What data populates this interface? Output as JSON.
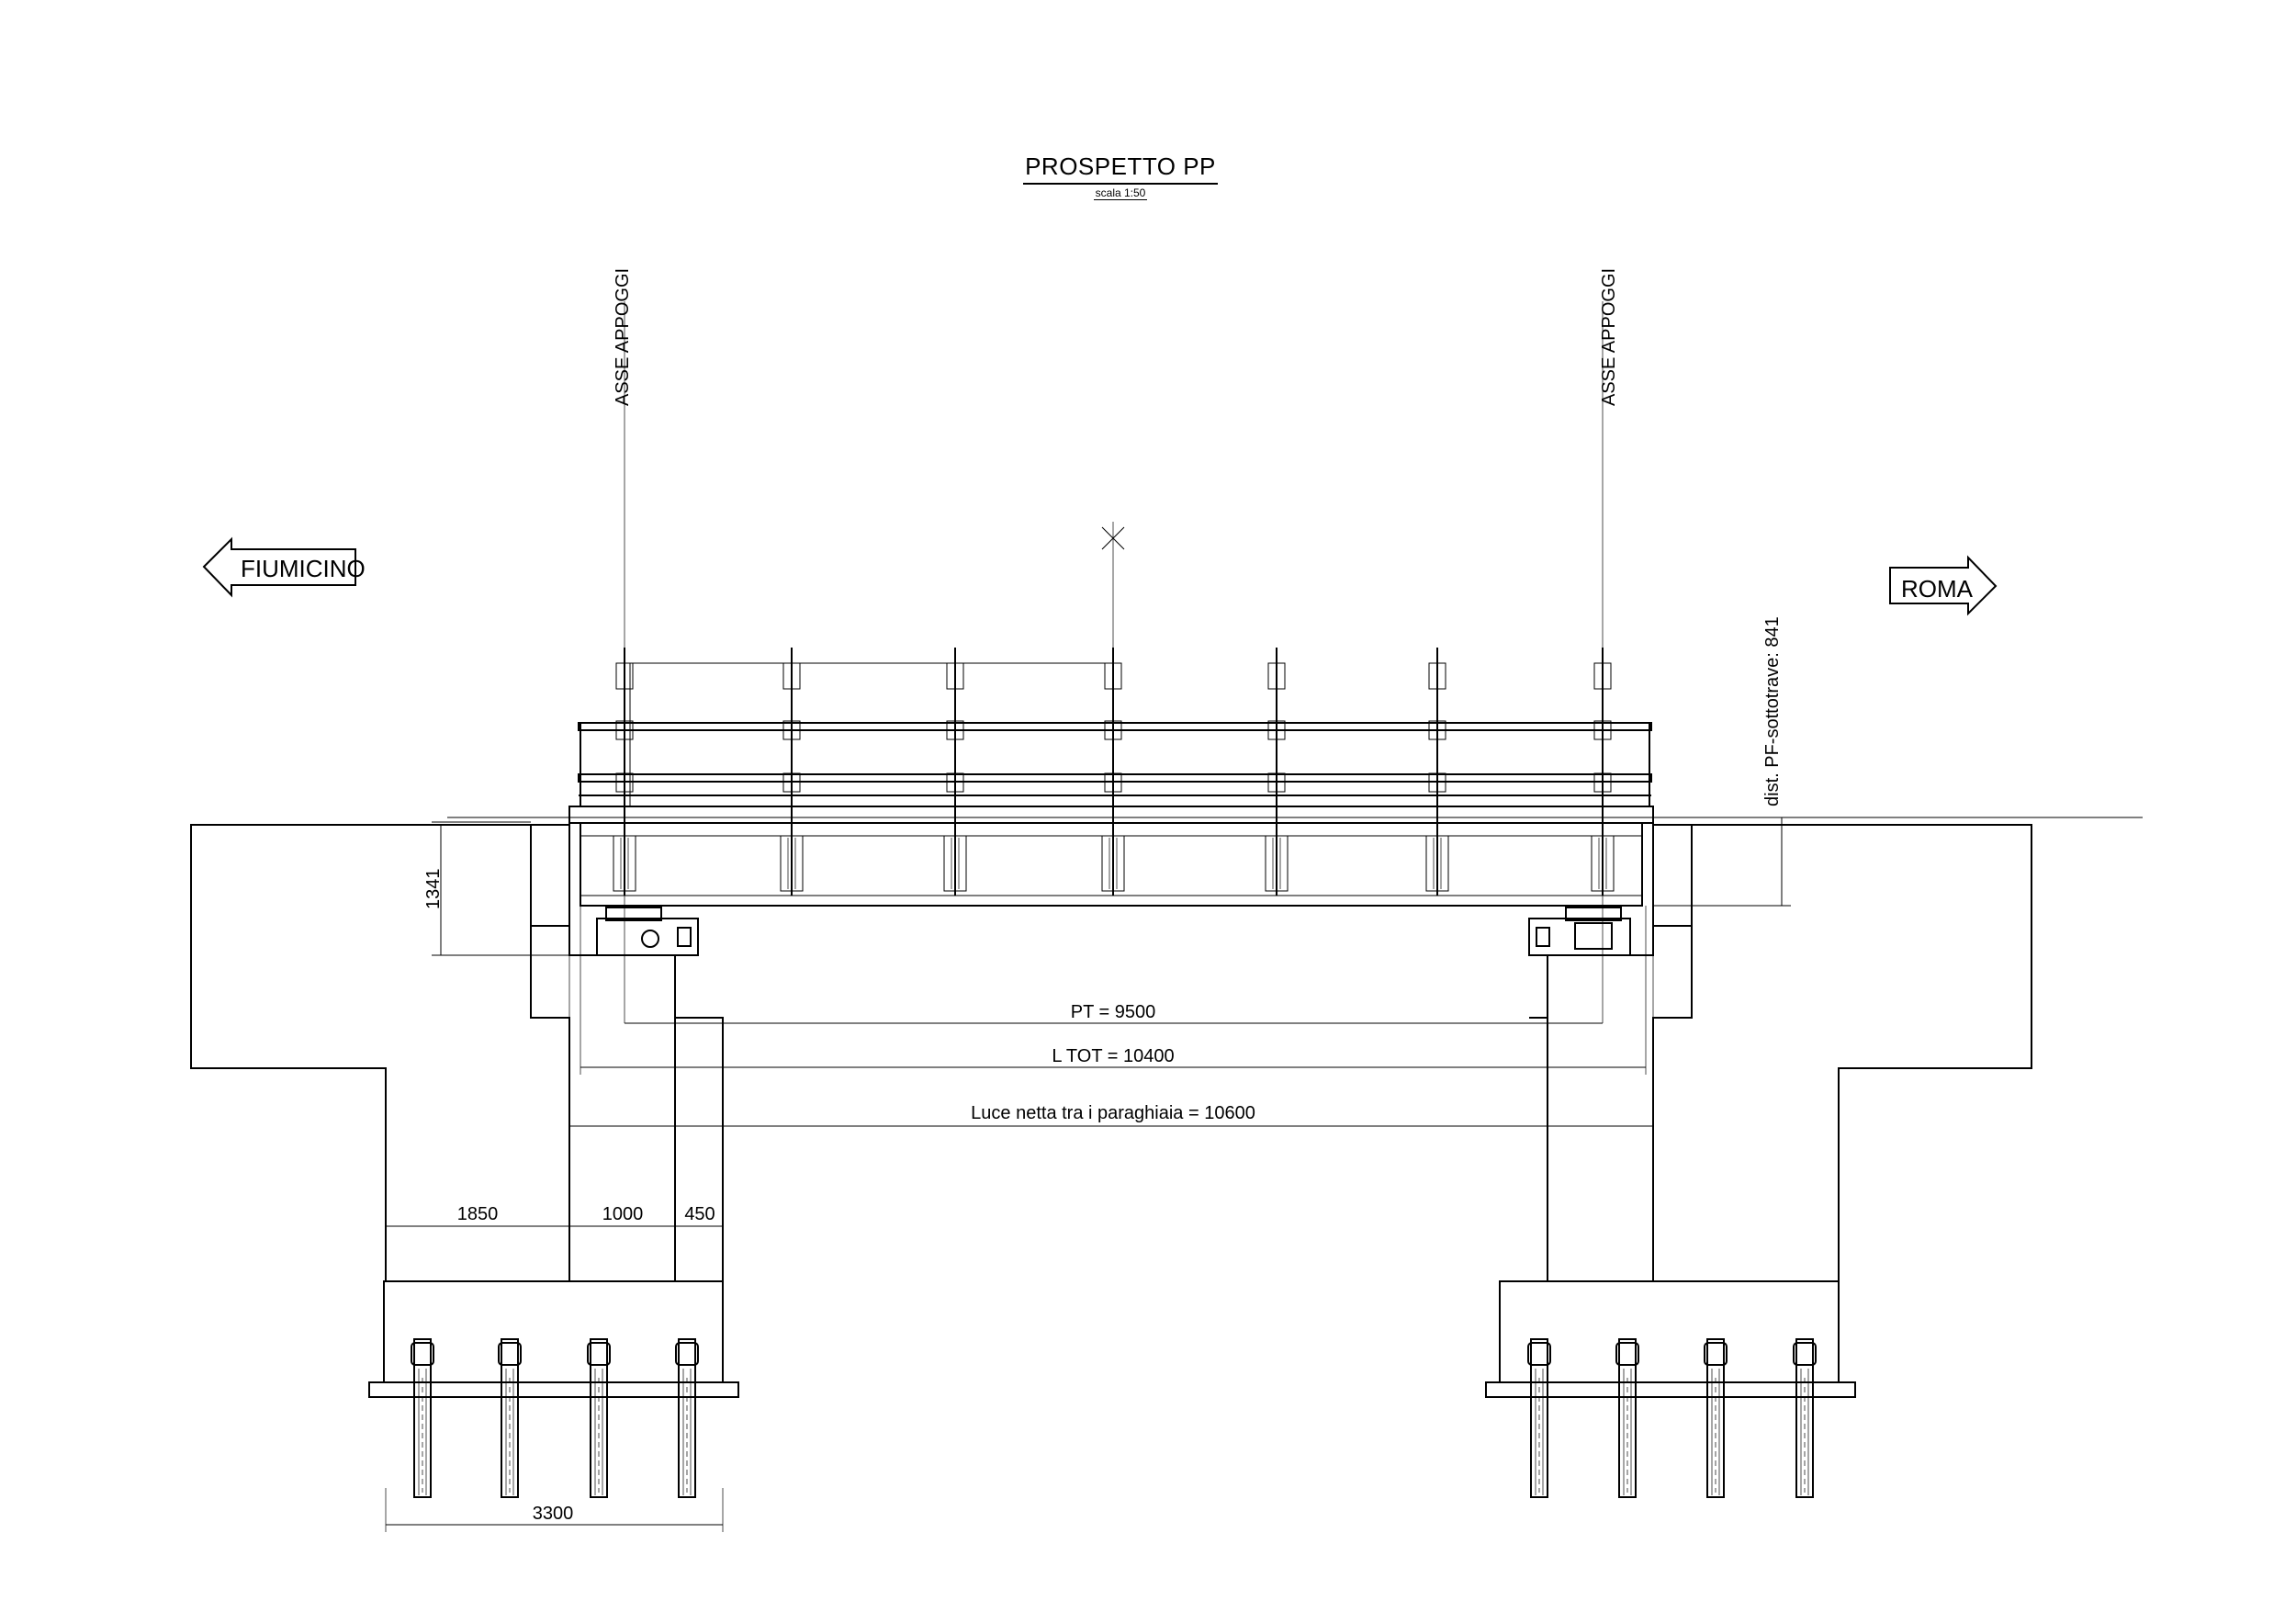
{
  "title": "PROSPETTO PP",
  "scale": "scala 1:50",
  "directions": {
    "left": "FIUMICINO",
    "right": "ROMA"
  },
  "axis_labels": {
    "left": "ASSE APPOGGI",
    "right": "ASSE APPOGGI"
  },
  "dimensions": {
    "pt": "PT = 9500",
    "l_tot": "L TOT = 10400",
    "luce_netta": "Luce netta tra i paraghiaia = 10600",
    "height_left": "1341",
    "dist_pf": "dist. PF-sottotrave: 841",
    "d1850": "1850",
    "d1000": "1000",
    "d450": "450",
    "d3300": "3300"
  },
  "colors": {
    "line": "#000000",
    "background": "#ffffff"
  }
}
